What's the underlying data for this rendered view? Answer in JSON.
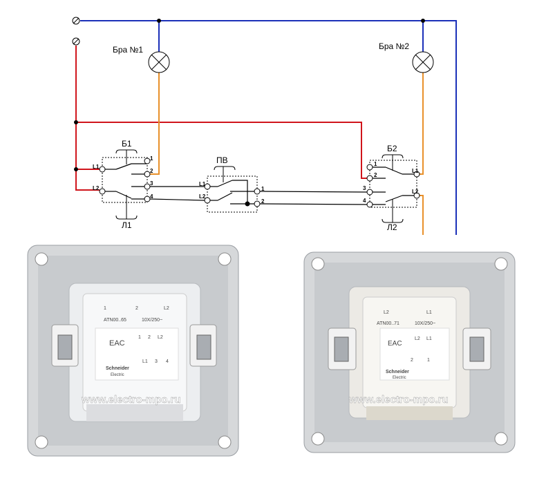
{
  "diagram": {
    "lamp1_label": "Бра №1",
    "lamp2_label": "Бра №2",
    "switch1_top_label": "Б1",
    "switch1_bottom_label": "Л1",
    "cross_switch_label": "ПВ",
    "switch2_top_label": "Б2",
    "switch2_bottom_label": "Л2",
    "terminals": {
      "L1": "L1",
      "L2": "L2",
      "t1": "1",
      "t2": "2",
      "t3": "3",
      "t4": "4"
    },
    "colors": {
      "phase": "#d0141b",
      "neutral": "#1a2fb8",
      "lamp_wire": "#e8902a",
      "signal": "#000000"
    }
  },
  "photos": {
    "left": {
      "model": "ATN00..65",
      "rating": "10X/250~",
      "brand": "Schneider",
      "brand_sub": "Electric",
      "cert": "EAC",
      "top_terminals": [
        "1",
        "2",
        "L2"
      ],
      "scheme_top": [
        "1",
        "2",
        "L2"
      ],
      "scheme_bottom": [
        "L1",
        "3",
        "4"
      ]
    },
    "right": {
      "model": "ATN00..71",
      "rating": "10X/250~",
      "brand": "Schneider",
      "brand_sub": "Electric",
      "cert": "EAC",
      "top_terminals": [
        "L2",
        "L1"
      ],
      "scheme_top": [
        "L2",
        "L1"
      ],
      "scheme_bottom": [
        "2",
        "1"
      ]
    },
    "watermark": "www.electro-mpo.ru"
  }
}
